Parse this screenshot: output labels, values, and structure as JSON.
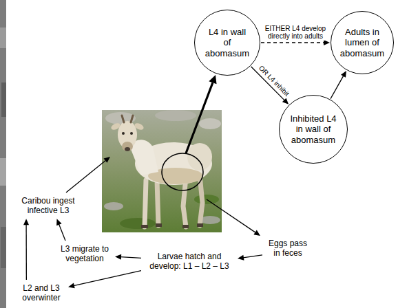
{
  "diagram": {
    "nodes": [
      {
        "text": [
          "L4 in wall of abomasum"
        ]
      },
      {
        "text": [
          "Adults in lumen of abomasum"
        ]
      },
      {
        "text": [
          "Inhibited L4 in wall of abomasum"
        ]
      },
      {
        "text": [
          "Caribou ingest infective L3"
        ]
      },
      {
        "text": [
          "L3 migrate to vegetation"
        ]
      },
      {
        "text": [
          "L2 and L3 overwinter"
        ]
      },
      {
        "text": [
          "Larvae hatch and develop: L1 – L2 – L3"
        ]
      },
      {
        "text": [
          "Eggs pass in feces"
        ]
      }
    ],
    "edges": [
      {
        "from": 0,
        "to": 1,
        "label": "EITHER L4 develop directly into adults",
        "arrow": "to"
      },
      {
        "from": 0,
        "to": 2,
        "label": "OR L4 inhibit",
        "arrow": "to"
      },
      {
        "from": 2,
        "to": 1,
        "arrow": "to"
      },
      {
        "from": 7,
        "to": 6,
        "arrow": "to"
      },
      {
        "from": 6,
        "to": 4,
        "arrow": "to"
      },
      {
        "from": 6,
        "to": 5,
        "arrow": "to"
      },
      {
        "from": 4,
        "to": 3,
        "arrow": "to"
      },
      {
        "from": 5,
        "to": 3,
        "arrow": "to"
      }
    ]
  }
}
